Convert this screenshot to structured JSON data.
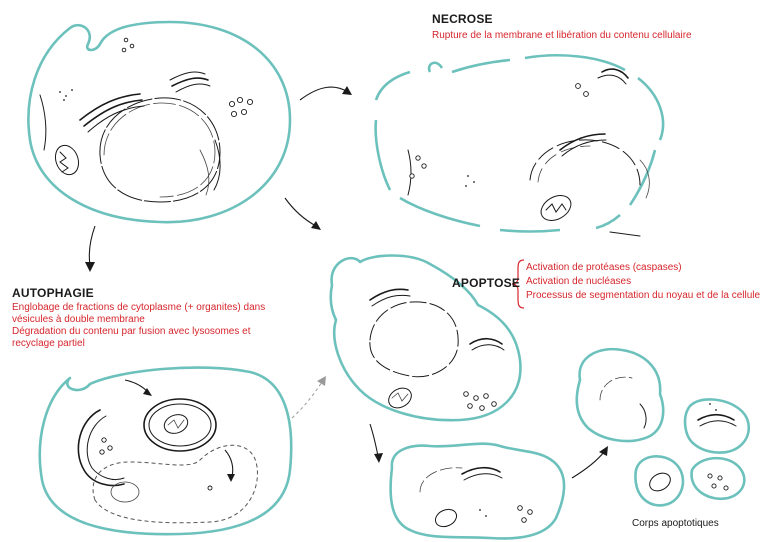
{
  "necrose": {
    "title": "NECROSE",
    "desc": "Rupture de la membrane  et libération du contenu cellulaire"
  },
  "autophagie": {
    "title": "AUTOPHAGIE",
    "desc_lines": [
      "Englobage de fractions de cytoplasme (+ organites) dans",
      "vésicules à double membrane",
      "Dégradation du contenu par fusion avec lysosomes et",
      "recyclage partiel"
    ]
  },
  "apoptose": {
    "title": "APOPTOSE",
    "desc_lines": [
      "Activation de protéases (caspases)",
      "Activation de nucléases",
      "Processus de segmentation du noyau et de la cellule"
    ],
    "caption": "Corps apoptotiques"
  },
  "colors": {
    "membrane": "#6cc1bc",
    "text_red": "#d6262c",
    "ink": "#1a1a1a"
  }
}
